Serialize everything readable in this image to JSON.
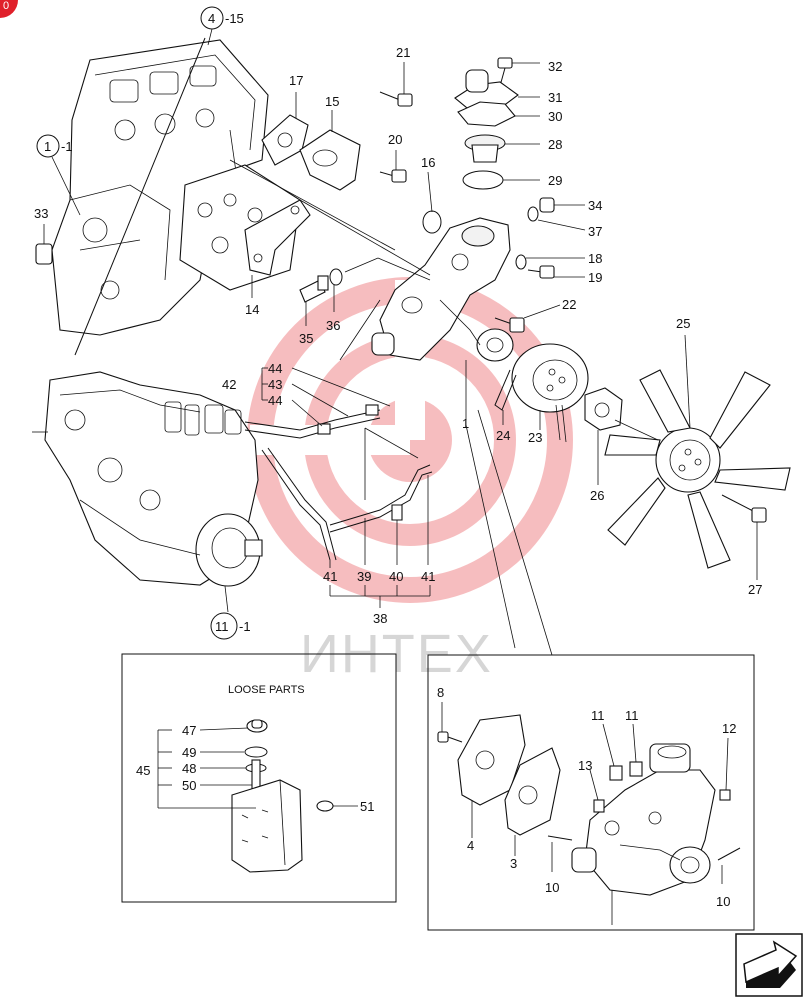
{
  "callouts": {
    "c1": "1",
    "c3": "3",
    "c4": "4",
    "c8": "8",
    "c10a": "10",
    "c10b": "10",
    "c11a": "11",
    "c11b": "11",
    "c12": "12",
    "c13": "13",
    "c14": "14",
    "c15": "15",
    "c16": "16",
    "c17": "17",
    "c18": "18",
    "c19": "19",
    "c20": "20",
    "c21": "21",
    "c22": "22",
    "c23": "23",
    "c24": "24",
    "c25": "25",
    "c26": "26",
    "c27": "27",
    "c28": "28",
    "c29": "29",
    "c30": "30",
    "c31": "31",
    "c32": "32",
    "c33": "33",
    "c34": "34",
    "c35": "35",
    "c36": "36",
    "c37": "37",
    "c38": "38",
    "c39": "39",
    "c40": "40",
    "c41a": "41",
    "c41b": "41",
    "c42": "42",
    "c43": "43",
    "c44a": "44",
    "c44b": "44",
    "c45": "45",
    "c47": "47",
    "c48": "48",
    "c49": "49",
    "c50": "50",
    "c51": "51"
  },
  "ref_circles": {
    "r4": {
      "num": "4",
      "suffix": "-15"
    },
    "r1": {
      "num": "1",
      "suffix": "-1"
    },
    "r11": {
      "num": "11",
      "suffix": "-1"
    }
  },
  "loose_parts_title": "LOOSE PARTS",
  "watermark": "ИНТЕХ",
  "corner_badge": "0",
  "colors": {
    "watermark_logo": "#e8464a",
    "corner_badge": "#e0202a"
  },
  "icons": {
    "next_page": "arrow-next-page-icon"
  }
}
